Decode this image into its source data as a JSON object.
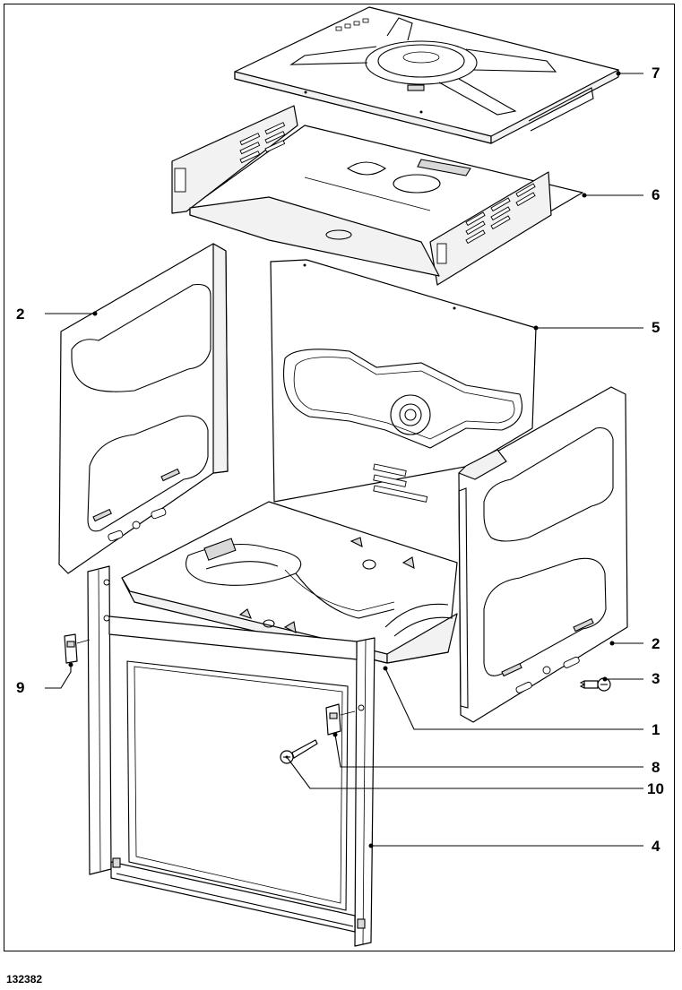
{
  "document": {
    "id": "132382"
  },
  "callouts": [
    {
      "label": "7",
      "part": "top cover"
    },
    {
      "label": "6",
      "part": "top panel"
    },
    {
      "label": "2",
      "part": "side panel left"
    },
    {
      "label": "5",
      "part": "rear panel"
    },
    {
      "label": "2",
      "part": "side panel right"
    },
    {
      "label": "3",
      "part": "screw"
    },
    {
      "label": "9",
      "part": "hinge bracket left"
    },
    {
      "label": "1",
      "part": "base"
    },
    {
      "label": "8",
      "part": "hinge bracket right"
    },
    {
      "label": "10",
      "part": "screw"
    },
    {
      "label": "4",
      "part": "front frame"
    }
  ],
  "colors": {
    "line": "#000000",
    "background": "#ffffff",
    "shade": "#d9d9d9"
  }
}
